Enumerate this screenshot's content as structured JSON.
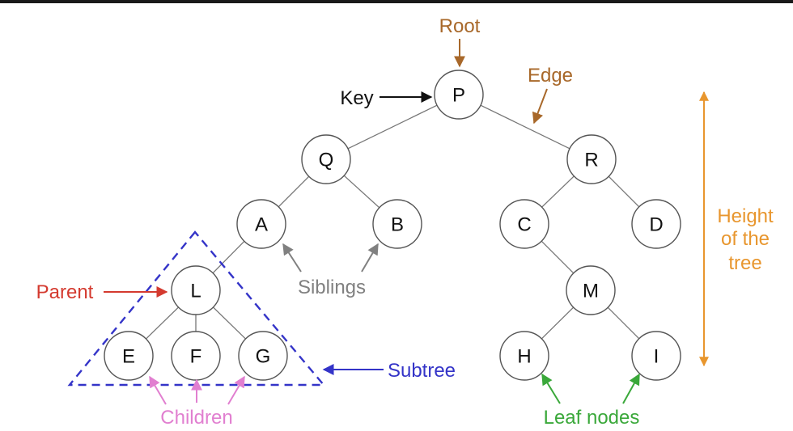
{
  "tree": {
    "nodes": [
      {
        "id": "P",
        "label": "P"
      },
      {
        "id": "Q",
        "label": "Q"
      },
      {
        "id": "R",
        "label": "R"
      },
      {
        "id": "A",
        "label": "A"
      },
      {
        "id": "B",
        "label": "B"
      },
      {
        "id": "C",
        "label": "C"
      },
      {
        "id": "D",
        "label": "D"
      },
      {
        "id": "L",
        "label": "L"
      },
      {
        "id": "M",
        "label": "M"
      },
      {
        "id": "E",
        "label": "E"
      },
      {
        "id": "F",
        "label": "F"
      },
      {
        "id": "G",
        "label": "G"
      },
      {
        "id": "H",
        "label": "H"
      },
      {
        "id": "I",
        "label": "I"
      }
    ],
    "edges": [
      [
        "P",
        "Q"
      ],
      [
        "P",
        "R"
      ],
      [
        "Q",
        "A"
      ],
      [
        "Q",
        "B"
      ],
      [
        "R",
        "C"
      ],
      [
        "R",
        "D"
      ],
      [
        "A",
        "L"
      ],
      [
        "C",
        "M"
      ],
      [
        "L",
        "E"
      ],
      [
        "L",
        "F"
      ],
      [
        "L",
        "G"
      ],
      [
        "M",
        "H"
      ],
      [
        "M",
        "I"
      ]
    ]
  },
  "annotations": {
    "root": "Root",
    "key": "Key",
    "edge": "Edge",
    "height_line1": "Height",
    "height_line2": "of the",
    "height_line3": "tree",
    "parent": "Parent",
    "siblings": "Siblings",
    "subtree": "Subtree",
    "children": "Children",
    "leaf_nodes": "Leaf nodes"
  },
  "colors": {
    "root": "#a8682a",
    "key": "#111111",
    "edge": "#a8682a",
    "height": "#e8962e",
    "parent": "#d43a2f",
    "siblings": "#808080",
    "subtree": "#3434c8",
    "children": "#e17fd0",
    "leaf_nodes": "#3aa83a"
  }
}
